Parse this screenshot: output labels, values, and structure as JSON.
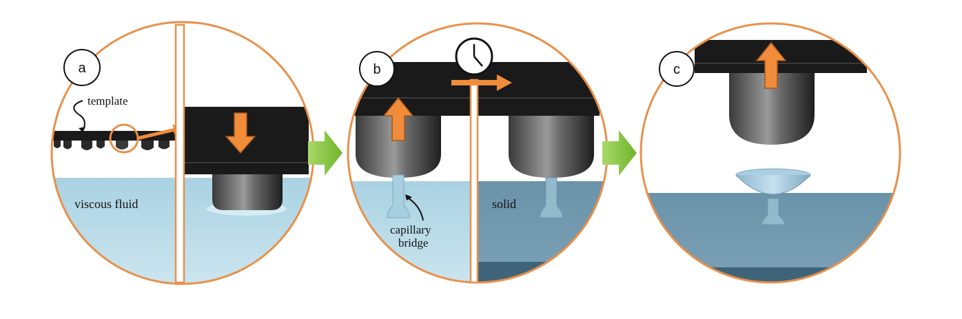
{
  "panels": {
    "a": {
      "badge": "a",
      "template_label": "template",
      "fluid_label": "viscous fluid"
    },
    "b": {
      "badge": "b",
      "solid_label": "solid",
      "bridge_label_line1": "capillary",
      "bridge_label_line2": "bridge"
    },
    "c": {
      "badge": "c"
    }
  },
  "colors": {
    "ring": "#e8904a",
    "arrow": "#f08c3a",
    "plate": "#1a1a1a",
    "fluid": "#b9dbe8",
    "solid": "#6f97ad",
    "step_arrow": "#8cc63f"
  },
  "icons": [
    "clock-icon",
    "arrow-down-icon",
    "arrow-up-icon",
    "arrow-right-icon",
    "step-arrow-icon"
  ]
}
